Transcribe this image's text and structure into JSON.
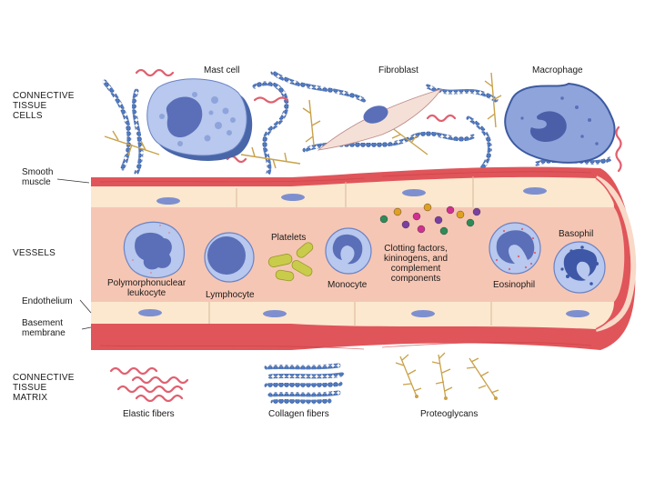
{
  "sections": {
    "connective_tissue_cells": "CONNECTIVE\nTISSUE\nCELLS",
    "vessels": "VESSELS",
    "connective_tissue_matrix": "CONNECTIVE\nTISSUE\nMATRIX"
  },
  "top_cells": {
    "mast_cell": "Mast cell",
    "fibroblast": "Fibroblast",
    "macrophage": "Macrophage"
  },
  "vessel_layers": {
    "smooth_muscle": "Smooth\nmuscle",
    "endothelium": "Endothelium",
    "basement_membrane": "Basement\nmembrane"
  },
  "blood_components": {
    "pmn": "Polymorphonuclear\nleukocyte",
    "lymphocyte": "Lymphocyte",
    "platelets": "Platelets",
    "monocyte": "Monocyte",
    "clotting": "Clotting factors,\nkininogens, and\ncomplement\ncomponents",
    "eosinophil": "Eosinophil",
    "basophil": "Basophil"
  },
  "matrix": {
    "elastic": "Elastic fibers",
    "collagen": "Collagen fibers",
    "proteoglycans": "Proteoglycans"
  },
  "colors": {
    "vessel_outer": "#e0555a",
    "vessel_lumen": "#f6c6b4",
    "endothelium": "#fbe8cf",
    "cell_fill": "#b8c8ee",
    "nucleus": "#5a6fb8",
    "collagen": "#4f7bc4",
    "elastic": "#e06070",
    "proteoglycan": "#c9a24a",
    "platelet": "#c8cc4a"
  }
}
